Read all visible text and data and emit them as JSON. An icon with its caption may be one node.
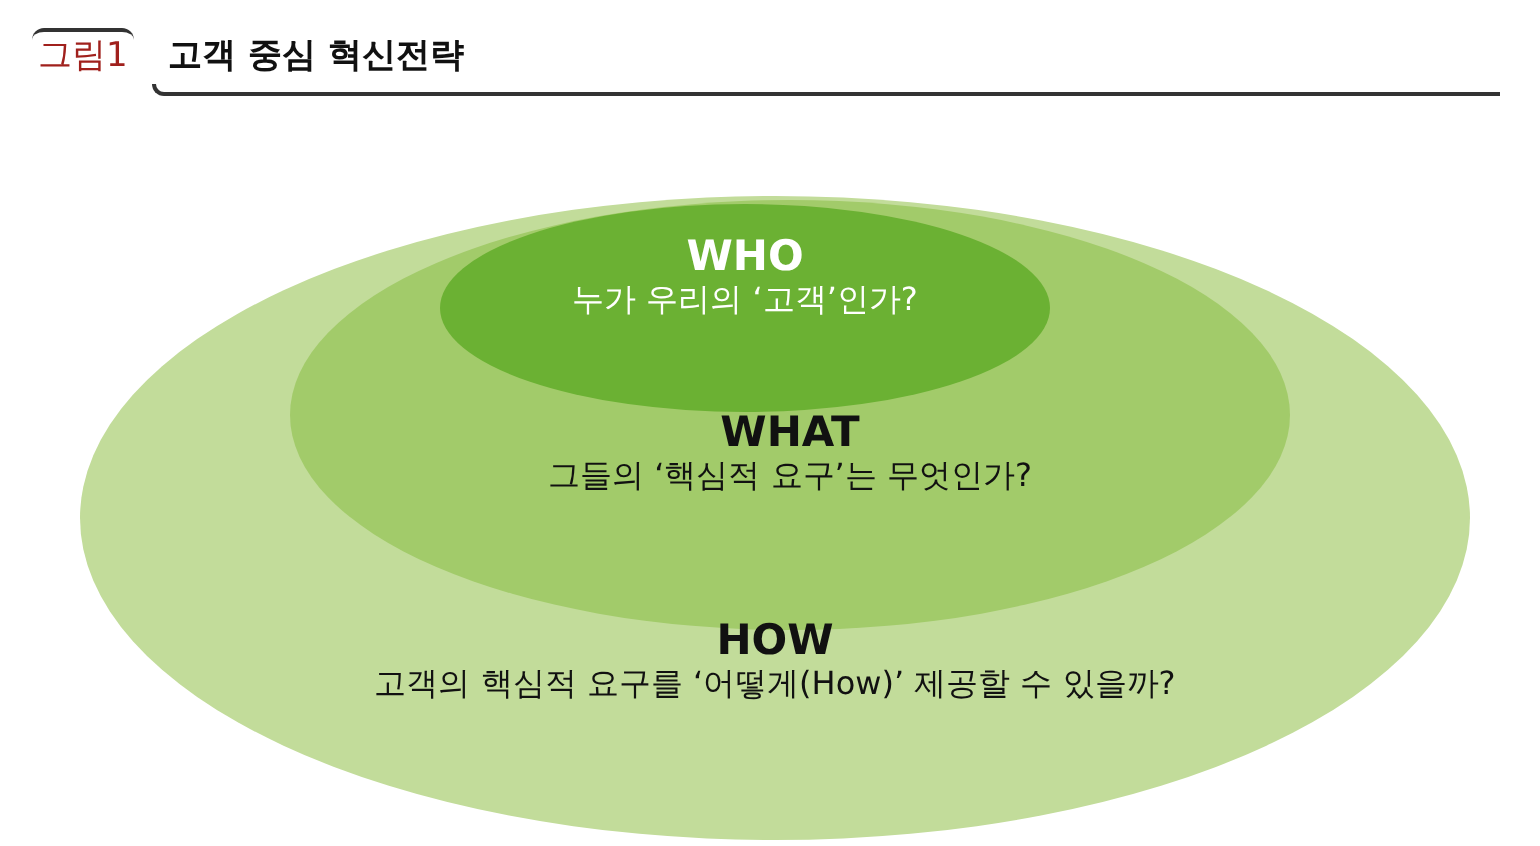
{
  "diagram": {
    "title": "고객 중심 혁신전략",
    "nodes": [
      {
        "text": [
          "HOW",
          "고객의 핵심적 요구를 ‘어떻게(How)’ 제공할 수 있을까?"
        ]
      },
      {
        "text": [
          "WHAT",
          "그들의 ‘핵심적 요구’는 무엇인가?"
        ],
        "in": 0
      },
      {
        "text": [
          "WHO",
          "누가 우리의 ‘고객’인가?"
        ],
        "in": 1
      }
    ],
    "labels": [
      "그림1"
    ]
  }
}
